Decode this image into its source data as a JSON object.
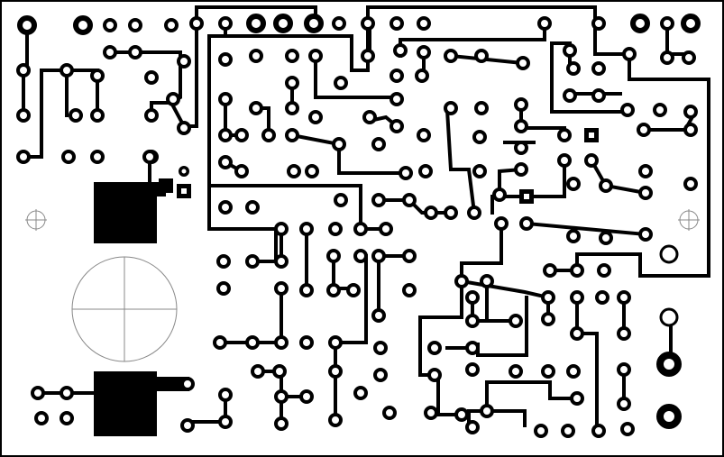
{
  "view": {
    "type": "pcb_copper_layer",
    "colors": {
      "background": "#ffffff",
      "copper": "#000000",
      "hole": "#ffffff",
      "outline": "#000000",
      "guide": "#888888"
    },
    "component_count": {
      "square_pads": 4,
      "large_black_blocks": 2,
      "mounting_marks": 2,
      "round_target": 1
    }
  }
}
